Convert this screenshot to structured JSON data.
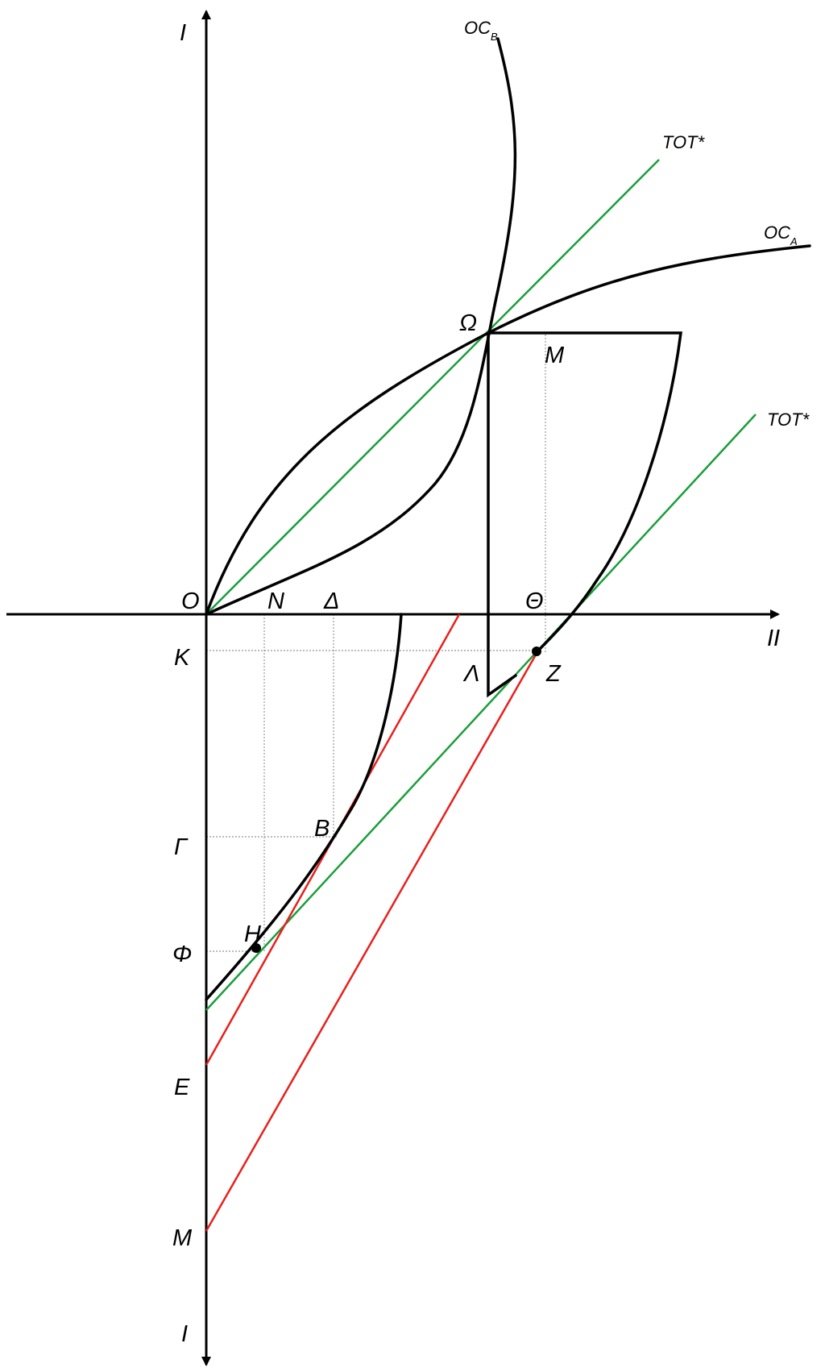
{
  "colors": {
    "curve": "#000000",
    "tot_line": "#1a9e3a",
    "budget_line": "#e8201c",
    "guide": "#7a7a7a"
  },
  "axes": {
    "vertical_top": "I",
    "vertical_bottom": "I",
    "horizontal": "II"
  },
  "curves": {
    "oc_a": {
      "main": "OC",
      "sub": "A"
    },
    "oc_b": {
      "main": "OC",
      "sub": "B"
    },
    "tot_upper": "TOT*",
    "tot_lower": "TOT*"
  },
  "points": {
    "origin": "O",
    "omega": "Ω",
    "m_upper": "M",
    "n": "N",
    "delta": "Δ",
    "theta": "Θ",
    "k": "K",
    "lambda": "Λ",
    "z": "Z",
    "b": "B",
    "gamma": "Γ",
    "h": "H",
    "phi": "Φ",
    "e": "E",
    "m_lower": "M"
  }
}
